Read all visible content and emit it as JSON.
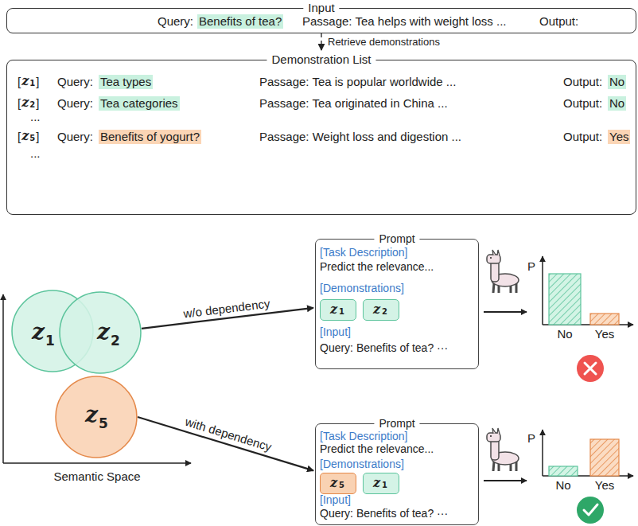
{
  "diagram": {
    "nodes": [
      {
        "text": [
          "Input",
          "Query:",
          "Benefits of tea?",
          "Passage: Tea helps with weight loss ...",
          "Output:"
        ]
      },
      {
        "text": [
          "Demonstration List",
          "[",
          "z",
          "1",
          "]",
          "Query:",
          "Tea types",
          "Passage: Tea is popular worldwide ...",
          "Output:",
          "No",
          "[",
          "z",
          "2",
          "]",
          "Query:",
          "Tea categories",
          "Passage: Tea originated in China ...",
          "Output:",
          "No",
          "...",
          "[",
          "z",
          "5",
          "]",
          "Query:",
          "Benefits of yogurt?",
          "Passage: Weight loss and digestion ...",
          "Output:",
          "Yes",
          "..."
        ]
      },
      {
        "text": [
          "z",
          "1"
        ]
      },
      {
        "text": [
          "z",
          "2"
        ]
      },
      {
        "text": [
          "z",
          "5"
        ]
      },
      {
        "text": [
          "Prompt",
          "[Task Description]",
          "Predict the relevance...",
          "[Demonstrations]",
          "[Input]",
          "Query: Benefits of tea? ···"
        ]
      },
      {
        "text": [
          "z",
          "1"
        ],
        "in": 5
      },
      {
        "text": [
          "z",
          "2"
        ],
        "in": 5
      },
      {
        "text": [
          "Prompt",
          "[Task Description]",
          "Predict the relevance...",
          "[Demonstrations]",
          "[Input]",
          "Query: Benefits of tea? ···"
        ]
      },
      {
        "text": [
          "z",
          "5"
        ],
        "in": 8
      },
      {
        "text": [
          "z",
          "1"
        ],
        "in": 8
      }
    ],
    "edges": [
      {
        "from": 0,
        "to": 1,
        "arrow": "to",
        "label": "Retrieve demonstrations"
      },
      {
        "from": 3,
        "to": 5,
        "arrow": "to",
        "label": "w/o dependency"
      },
      {
        "from": 4,
        "to": 8,
        "arrow": "to",
        "label": "with dependency"
      }
    ],
    "labels": [
      "Semantic Space",
      "P",
      "No",
      "Yes",
      "P",
      "No",
      "Yes"
    ]
  }
}
